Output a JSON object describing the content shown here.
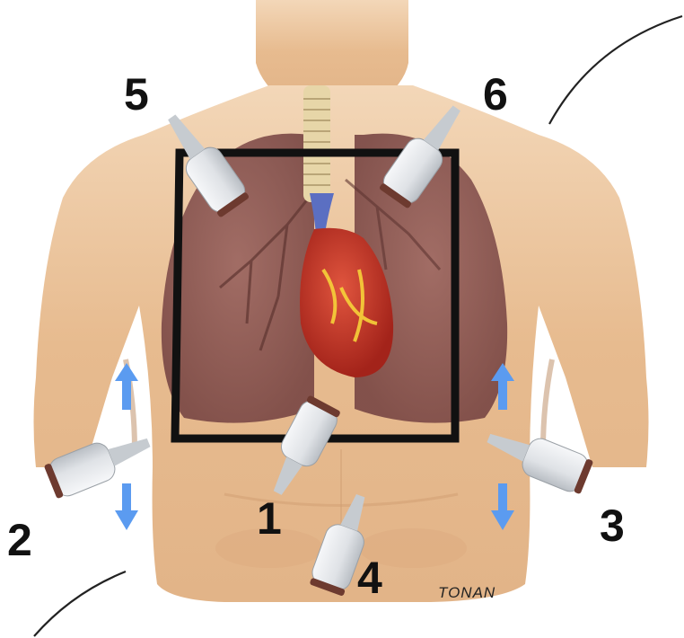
{
  "image": {
    "subject": "chest-ultrasound-probe-positions",
    "colors": {
      "background": "#ffffff",
      "skin": "#e9bf95",
      "lung": "#8e5a55",
      "heart": "#c0392b",
      "frame": "#111111",
      "probe": "#dcdfe3",
      "arrow": "#5b9bf0"
    },
    "probe_labels": [
      "1",
      "2",
      "3",
      "4",
      "5",
      "6"
    ],
    "signature": "TONAN"
  }
}
